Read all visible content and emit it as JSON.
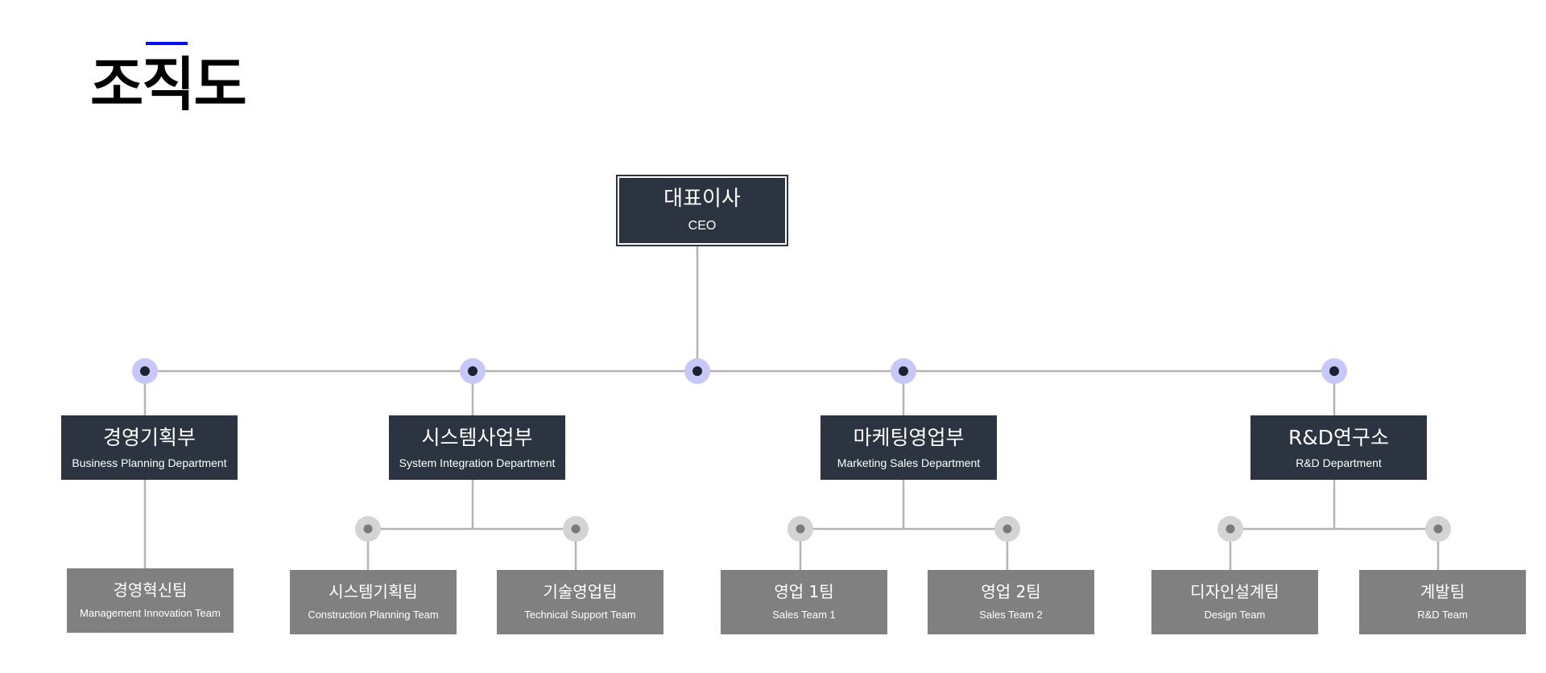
{
  "header": {
    "title": "조직도"
  },
  "colors": {
    "accent": "#0a0af0",
    "dark_box": "#2b3440",
    "team_box": "#808080",
    "line": "#b4b4b4",
    "node_halo_primary": "#c8c8f8",
    "node_halo_secondary": "#d4d4d4",
    "node_dot_primary": "#1e2230",
    "node_dot_secondary": "#7a7a7a"
  },
  "ceo": {
    "name": "대표이사",
    "en": "CEO"
  },
  "departments": [
    {
      "name": "경영기획부",
      "en": "Business Planning Department"
    },
    {
      "name": "시스템사업부",
      "en": "System Integration Department"
    },
    {
      "name": "마케팅영업부",
      "en": "Marketing Sales Department"
    },
    {
      "name": "R&D연구소",
      "en": "R&D Department"
    }
  ],
  "teams": [
    {
      "name": "경영혁신팀",
      "en": "Management Innovation Team"
    },
    {
      "name": "시스템기획팀",
      "en": "Construction Planning Team"
    },
    {
      "name": "기술영업팀",
      "en": "Technical Support Team"
    },
    {
      "name": "영업 1팀",
      "en": "Sales Team 1"
    },
    {
      "name": "영업 2팀",
      "en": "Sales Team 2"
    },
    {
      "name": "디자인설계팀",
      "en": "Design Team"
    },
    {
      "name": "계발팀",
      "en": "R&D Team"
    }
  ]
}
